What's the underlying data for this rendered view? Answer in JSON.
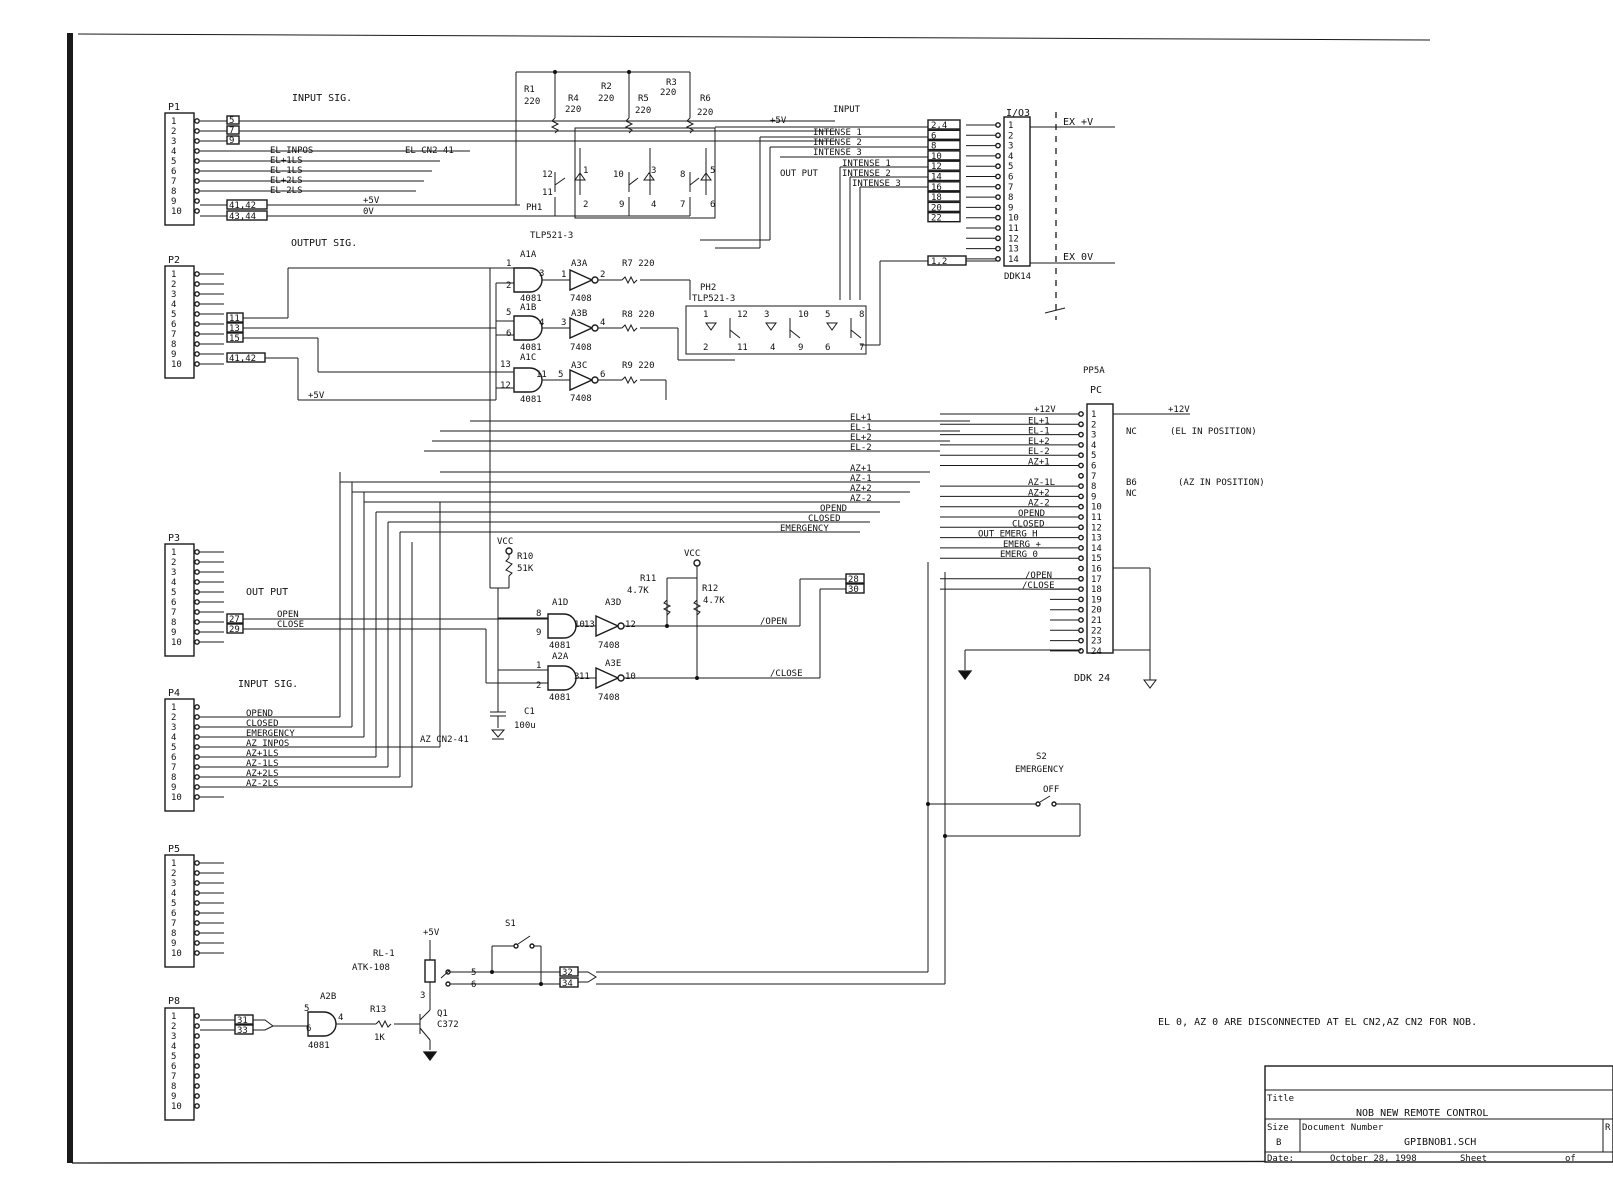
{
  "title_block": {
    "title_label": "Title",
    "title": "NOB NEW REMOTE CONTROL",
    "size_label": "Size",
    "size": "B",
    "docnum_label": "Document Number",
    "docnum": "GPIBNOB1.SCH",
    "rev_label": "R",
    "date_label": "Date:",
    "date": "October 28, 1998",
    "sheet_label": "Sheet",
    "of_label": "of"
  },
  "notes": {
    "disconnect_note": "EL 0, AZ 0 ARE DISCONNECTED AT EL CN2,AZ CN2 FOR NOB."
  },
  "sections": {
    "input_sig_top": "INPUT SIG.",
    "output_sig": "OUTPUT SIG.",
    "out_put": "OUT PUT",
    "input_sig_p4": "INPUT SIG."
  },
  "connectors": {
    "p1": {
      "name": "P1",
      "pins": [
        "1",
        "2",
        "3",
        "4",
        "5",
        "6",
        "7",
        "8",
        "9",
        "10"
      ]
    },
    "p2": {
      "name": "P2",
      "pins": [
        "1",
        "2",
        "3",
        "4",
        "5",
        "6",
        "7",
        "8",
        "9",
        "10"
      ]
    },
    "p3": {
      "name": "P3",
      "pins": [
        "1",
        "2",
        "3",
        "4",
        "5",
        "6",
        "7",
        "8",
        "9",
        "10"
      ]
    },
    "p4": {
      "name": "P4",
      "pins": [
        "1",
        "2",
        "3",
        "4",
        "5",
        "6",
        "7",
        "8",
        "9",
        "10"
      ]
    },
    "p5": {
      "name": "P5",
      "pins": [
        "1",
        "2",
        "3",
        "4",
        "5",
        "6",
        "7",
        "8",
        "9",
        "10"
      ]
    },
    "p8": {
      "name": "P8",
      "pins": [
        "1",
        "2",
        "3",
        "4",
        "5",
        "6",
        "7",
        "8",
        "9",
        "10"
      ]
    },
    "io3": {
      "name": "I/O3",
      "part": "DDK14",
      "pins": [
        "1",
        "2",
        "3",
        "4",
        "5",
        "6",
        "7",
        "8",
        "9",
        "10",
        "11",
        "12",
        "13",
        "14"
      ]
    },
    "pp5a": {
      "name": "PP5A",
      "sub": "PC",
      "part": "DDK 24",
      "pins": [
        "1",
        "2",
        "3",
        "4",
        "5",
        "6",
        "7",
        "8",
        "9",
        "10",
        "11",
        "12",
        "13",
        "14",
        "15",
        "16",
        "17",
        "18",
        "19",
        "20",
        "21",
        "22",
        "23",
        "24"
      ]
    }
  },
  "p1_signals": {
    "tags": [
      "5",
      "7",
      "9"
    ],
    "lines": [
      "EL INPOS",
      "EL+1LS",
      "EL-1LS",
      "EL+2LS",
      "EL-2LS"
    ],
    "el_cn2": "EL CN2-41",
    "pwr_tags": [
      "41,42",
      "43,44"
    ],
    "pwr_labels": [
      "+5V",
      "0V"
    ]
  },
  "p2_tags": [
    "11",
    "13",
    "15",
    "41,42"
  ],
  "p2_pwr": "+5V",
  "p3_tags": [
    "27",
    "29"
  ],
  "p3_labels": [
    "OPEN",
    "CLOSE"
  ],
  "p4_signals": [
    "OPEND",
    "CLOSED",
    "EMERGENCY",
    "AZ INPOS",
    "AZ+1LS",
    "AZ-1LS",
    "AZ+2LS",
    "AZ-2LS"
  ],
  "p4_az_cn2": "AZ CN2-41",
  "p8_tags": [
    "31",
    "33"
  ],
  "io3_tags": [
    "2,4",
    "6",
    "8",
    "10",
    "12",
    "14",
    "16",
    "18",
    "20",
    "22"
  ],
  "io3_tag_12": "1,2",
  "io3_lines": {
    "plus5": "+5V",
    "input": "INPUT",
    "intense_in": [
      "INTENSE 1",
      "INTENSE 2",
      "INTENSE 3"
    ],
    "out_put": "OUT PUT",
    "intense_out": [
      "INTENSE 1",
      "INTENSE 2",
      "INTENSE 3"
    ],
    "ex_pos": "EX +V",
    "ex_neg": "EX 0V"
  },
  "resistors": {
    "r1": [
      "R1",
      "220"
    ],
    "r2": [
      "R2",
      "220"
    ],
    "r3": [
      "R3",
      "220"
    ],
    "r4": [
      "R4",
      "220"
    ],
    "r5": [
      "R5",
      "220"
    ],
    "r6": [
      "R6",
      "220"
    ],
    "r7": "R7 220",
    "r8": "R8 220",
    "r9": "R9 220",
    "r10": [
      "R10",
      "51K"
    ],
    "r11": [
      "R11",
      "4.7K"
    ],
    "r12": [
      "R12",
      "4.7K"
    ],
    "r13": [
      "R13",
      "1K"
    ]
  },
  "optos": {
    "ph1": "PH1",
    "ph1_part": "TLP521-3",
    "ph2": "PH2",
    "ph2_part": "TLP521-3",
    "ph1_pins": [
      "12",
      "11",
      "1",
      "2",
      "10",
      "9",
      "3",
      "4",
      "8",
      "7",
      "5",
      "6"
    ],
    "ph2_pins": [
      "1",
      "2",
      "12",
      "11",
      "3",
      "4",
      "10",
      "9",
      "5",
      "6",
      "8",
      "7"
    ]
  },
  "gates": {
    "a1a": [
      "A1A",
      "4081"
    ],
    "a1b": [
      "A1B",
      "4081"
    ],
    "a1c": [
      "A1C",
      "4081"
    ],
    "a1d": [
      "A1D",
      "4081"
    ],
    "a2a": [
      "A2A",
      "4081"
    ],
    "a2b": [
      "A2B",
      "4081"
    ],
    "a3a": [
      "A3A",
      "7408"
    ],
    "a3b": [
      "A3B",
      "7408"
    ],
    "a3c": [
      "A3C",
      "7408"
    ],
    "a3d": [
      "A3D",
      "7408"
    ],
    "a3e": [
      "A3E",
      "7408"
    ],
    "pins": {
      "a1a": [
        "1",
        "2",
        "3"
      ],
      "a3a": [
        "1",
        "2"
      ],
      "a1b": [
        "5",
        "6",
        "4"
      ],
      "a3b": [
        "3",
        "4"
      ],
      "a1c": [
        "13",
        "12",
        "11"
      ],
      "a3c": [
        "5",
        "6"
      ],
      "a1d": [
        "8",
        "9",
        "10"
      ],
      "a3d": [
        "13",
        "12"
      ],
      "a2a": [
        "1",
        "2",
        "3"
      ],
      "a3e": [
        "11",
        "10"
      ],
      "a2b": [
        "5",
        "6",
        "4"
      ]
    }
  },
  "pp5a_labels": {
    "right": [
      "+12V",
      "NC",
      "(EL IN POSITION)",
      "(AZ IN POSITION)",
      "NC",
      "B6"
    ],
    "pins": [
      "+12V",
      "EL+1",
      "EL-1",
      "EL+2",
      "EL-2",
      "AZ+1",
      "AZ-1L",
      "AZ+2",
      "AZ-2",
      "OPEND",
      "CLOSED",
      "OUT EMERG H",
      "EMERG +",
      "EMERG 0",
      "/OPEN",
      "/CLOSE"
    ],
    "bus": [
      "EL+1",
      "EL-1",
      "EL+2",
      "EL-2",
      "AZ+1",
      "AZ-1",
      "AZ+2",
      "AZ-2",
      "OPEND",
      "CLOSED",
      "EMERGENCY"
    ],
    "plus12_left": "+12V",
    "tags": [
      "28",
      "30"
    ]
  },
  "open_close": {
    "open": "/OPEN",
    "close": "/CLOSE"
  },
  "misc": {
    "vcc1": "VCC",
    "vcc2": "VCC",
    "c1": [
      "C1",
      "100u"
    ],
    "s1": "S1",
    "s2": "S2",
    "emergency": "EMERGENCY",
    "off": "OFF",
    "relay": [
      "RL-1",
      "ATK-108"
    ],
    "relay_pins": [
      "5",
      "6",
      "3"
    ],
    "plus5v": "+5V",
    "q1": [
      "Q1",
      "C372"
    ],
    "tags_32_34": [
      "32",
      "34"
    ]
  }
}
